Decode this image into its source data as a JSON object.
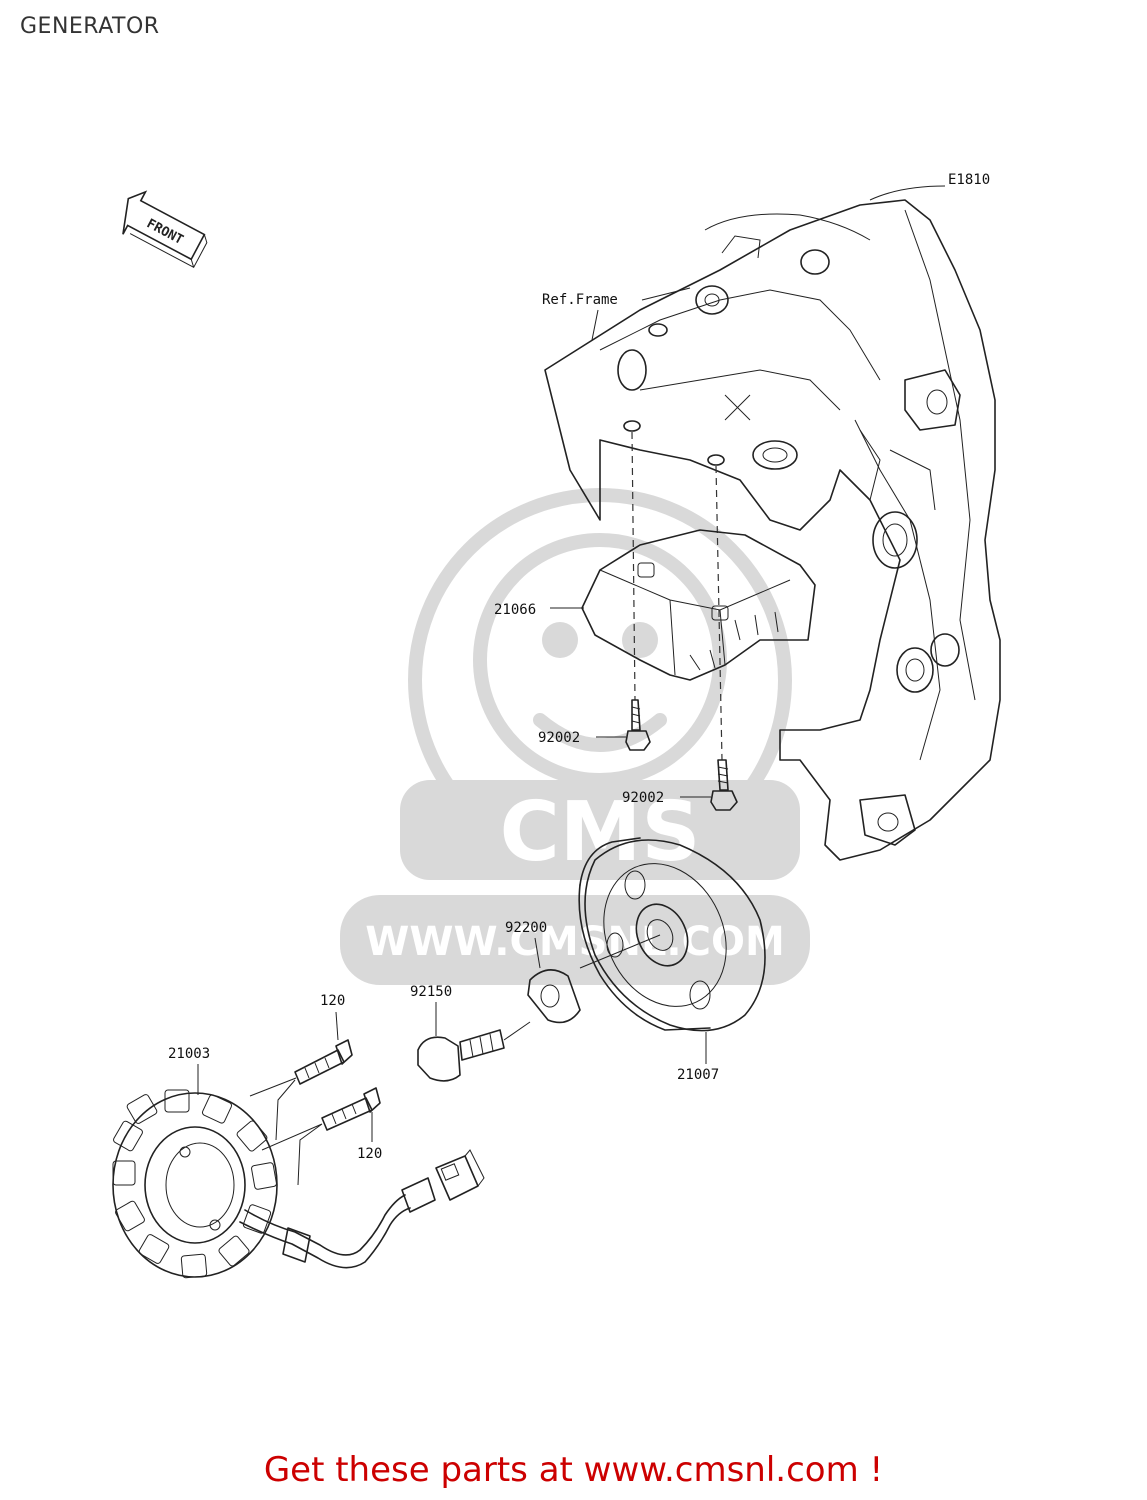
{
  "page": {
    "title": "GENERATOR",
    "footer_link": "Get these parts at www.cmsnl.com !"
  },
  "diagram": {
    "figure_code": "E1810",
    "front_arrow": "FRONT",
    "ref_label": "Ref.Frame",
    "watermark": {
      "brand": "CMS",
      "url": "WWW.CMSNL.COM"
    },
    "callouts": {
      "regulator": "21066",
      "bolt_upper": "92002",
      "bolt_lower": "92002",
      "washer": "92200",
      "rotor_bolt": "92150",
      "rotor": "21007",
      "stator": "21003",
      "stator_screw_upper": "120",
      "stator_screw_lower": "120"
    }
  }
}
